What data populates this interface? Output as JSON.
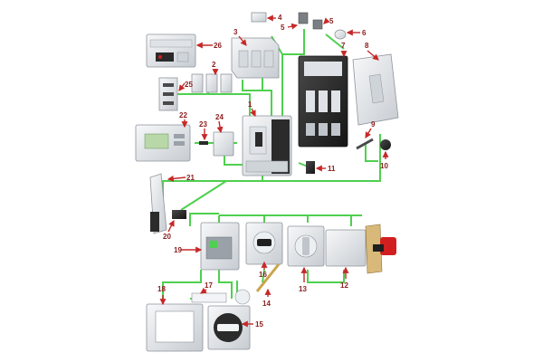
{
  "diagram": {
    "callouts": [
      "1",
      "2",
      "3",
      "4",
      "5",
      "5",
      "6",
      "7",
      "8",
      "9",
      "10",
      "11",
      "12",
      "13",
      "14",
      "15",
      "16",
      "17",
      "18",
      "19",
      "20",
      "21",
      "22",
      "23",
      "24",
      "25",
      "26"
    ],
    "colors": {
      "connector": "#4fd04f",
      "arrow": "#c62828",
      "label": "#8a1d1d",
      "device_light": "#e9ecef",
      "device_mid": "#c9ced4",
      "device_dark": "#2b2b2b",
      "handle_red": "#d11f1f",
      "lcd_green": "#b8d8a8"
    },
    "icons": [
      "circuit-breaker",
      "accessory-module",
      "terminal-cover",
      "plug-in-adapter",
      "mounting-plate",
      "door-handle",
      "rotary-handle",
      "front-frame",
      "extension-shaft",
      "remote-operator",
      "control-relay",
      "terminal-block"
    ]
  }
}
